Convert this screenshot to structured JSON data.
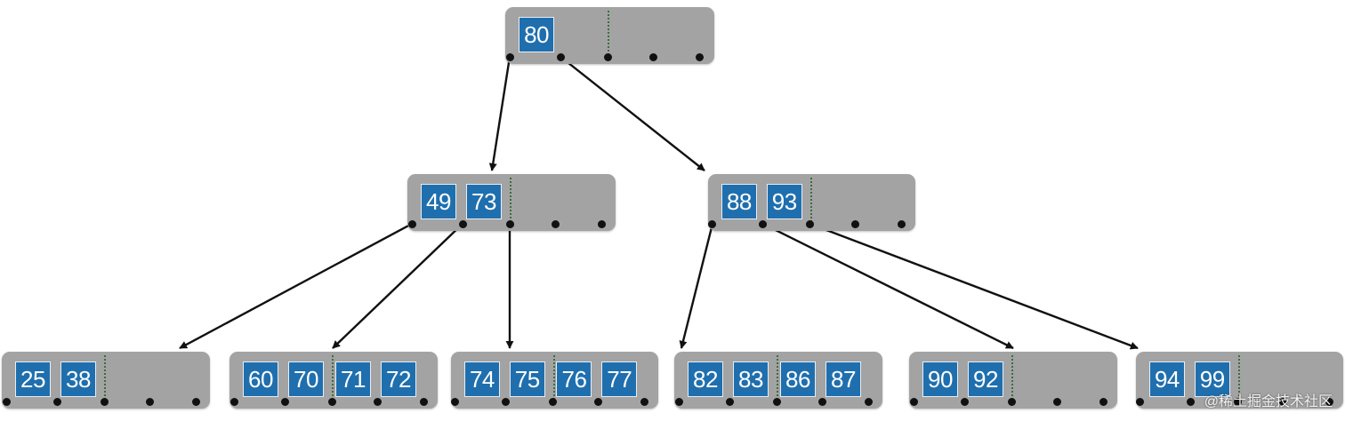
{
  "nodes": {
    "root": {
      "keys": [
        "80"
      ],
      "slots": 4
    },
    "mid_left": {
      "keys": [
        "49",
        "73"
      ],
      "slots": 4
    },
    "mid_right": {
      "keys": [
        "88",
        "93"
      ],
      "slots": 4
    },
    "leaf_1": {
      "keys": [
        "25",
        "38"
      ],
      "slots": 4
    },
    "leaf_2": {
      "keys": [
        "60",
        "70",
        "71",
        "72"
      ],
      "slots": 4
    },
    "leaf_3": {
      "keys": [
        "74",
        "75",
        "76",
        "77"
      ],
      "slots": 4
    },
    "leaf_4": {
      "keys": [
        "82",
        "83",
        "86",
        "87"
      ],
      "slots": 4
    },
    "leaf_5": {
      "keys": [
        "90",
        "92"
      ],
      "slots": 4
    },
    "leaf_6": {
      "keys": [
        "94",
        "99"
      ],
      "slots": 4
    }
  },
  "edges": [
    {
      "from": "root",
      "to": "mid_left"
    },
    {
      "from": "root",
      "to": "mid_right"
    },
    {
      "from": "mid_left",
      "to": "leaf_1"
    },
    {
      "from": "mid_left",
      "to": "leaf_2"
    },
    {
      "from": "mid_left",
      "to": "leaf_3"
    },
    {
      "from": "mid_right",
      "to": "leaf_4"
    },
    {
      "from": "mid_right",
      "to": "leaf_5"
    },
    {
      "from": "mid_right",
      "to": "leaf_6"
    }
  ],
  "watermark": "@稀土掘金技术社区",
  "colors": {
    "node_fill": "#a3a3a3",
    "key_fill": "#1f6fae",
    "key_text": "#ffffff",
    "edge": "#111111",
    "separator": "#3c6e3c"
  }
}
